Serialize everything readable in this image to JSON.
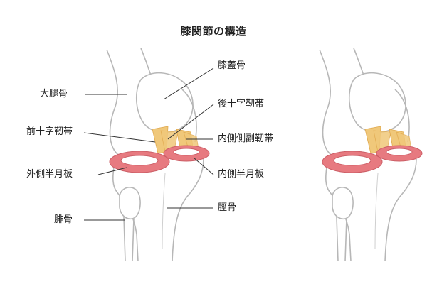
{
  "title": "膝関節の構造",
  "labels": {
    "patella": "膝蓋骨",
    "femur": "大腿骨",
    "pcl": "後十字靭帯",
    "acl": "前十字靭帯",
    "mcl": "内側側副靭帯",
    "lateral_meniscus": "外側半月板",
    "medial_meniscus": "内側半月板",
    "fibula": "腓骨",
    "tibia": "脛骨"
  },
  "colors": {
    "bone_outline": "#b7b7b7",
    "meniscus": "#e77a80",
    "meniscus_inner": "#f3c0c3",
    "ligament": "#f0c87a",
    "leader_line": "#333333",
    "text": "#222222"
  }
}
